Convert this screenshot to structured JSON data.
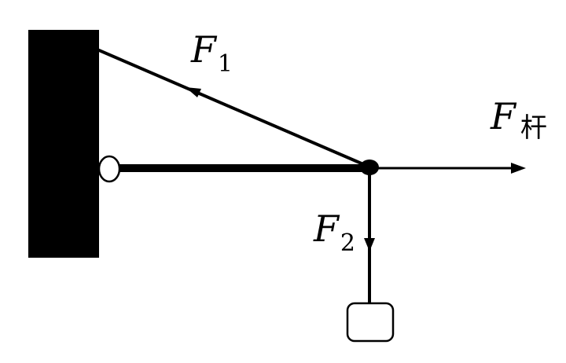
{
  "labels": {
    "f1": {
      "symbol": "F",
      "subscript": "1"
    },
    "f_rod": {
      "symbol": "F",
      "subscript": "杆"
    },
    "f2": {
      "symbol": "F",
      "subscript": "2"
    }
  },
  "colors": {
    "ink": "#000000",
    "background": "#ffffff"
  }
}
